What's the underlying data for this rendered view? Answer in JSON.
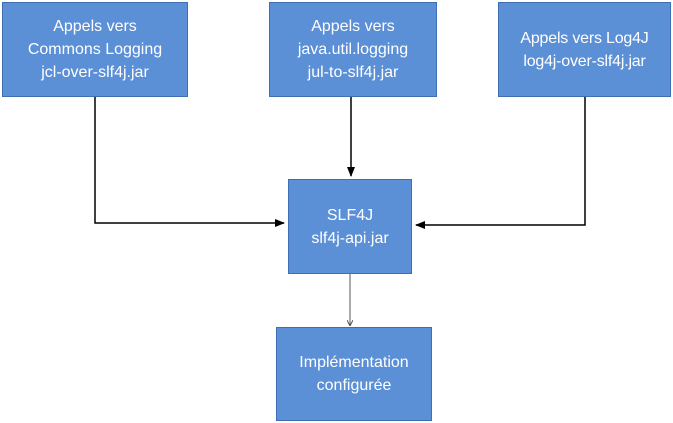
{
  "boxes": {
    "jcl": {
      "lines": [
        "Appels vers",
        "Commons Logging",
        "jcl-over-slf4j.jar"
      ]
    },
    "jul": {
      "lines": [
        "Appels vers",
        "java.util.logging",
        "jul-to-slf4j.jar"
      ]
    },
    "log4j": {
      "lines": [
        "Appels vers Log4J",
        "log4j-over-slf4j.jar"
      ]
    },
    "slf4j": {
      "lines": [
        "SLF4J",
        "slf4j-api.jar"
      ]
    },
    "impl": {
      "lines": [
        "Implémentation",
        "configurée"
      ]
    }
  },
  "colors": {
    "box_fill": "#5b8fd6",
    "box_border": "#3f6fb2",
    "box_text": "#ffffff",
    "connector": "#000000",
    "connector_light": "#555555"
  }
}
